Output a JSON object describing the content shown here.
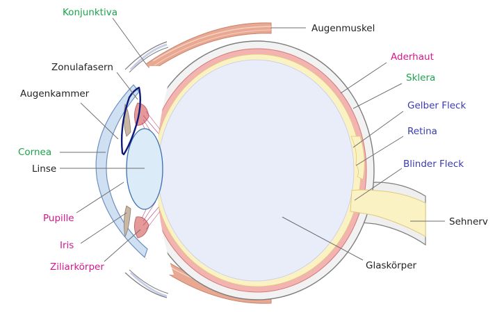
{
  "colors": {
    "green": "#1aa34a",
    "magenta": "#d4188a",
    "blue": "#3a3ab0",
    "black": "#222222",
    "muscle": "#e8a892",
    "sclera_gray": "#f2f2f2",
    "choroid": "#f3b3b0",
    "retina": "#fbf2c3",
    "vitreous": "#e9ecf9",
    "cornea": "#cfe0f2",
    "lens": "#dcebf8",
    "nerve": "#fbf2c3",
    "conjunctiva_outline": "#0d1a7a"
  },
  "labels": {
    "konjunktiva": "Konjunktiva",
    "augenmuskel": "Augenmuskel",
    "zonulafasern": "Zonulafasern",
    "aderhaut": "Aderhaut",
    "augenkammer": "Augenkammer",
    "sklera": "Sklera",
    "gelber_fleck": "Gelber Fleck",
    "retina": "Retina",
    "cornea": "Cornea",
    "linse": "Linse",
    "blinder_fleck": "Blinder Fleck",
    "pupille": "Pupille",
    "sehnerv": "Sehnerv",
    "iris": "Iris",
    "glaskoerper": "Glaskörper",
    "ziliarkoerper": "Ziliarkörper"
  }
}
